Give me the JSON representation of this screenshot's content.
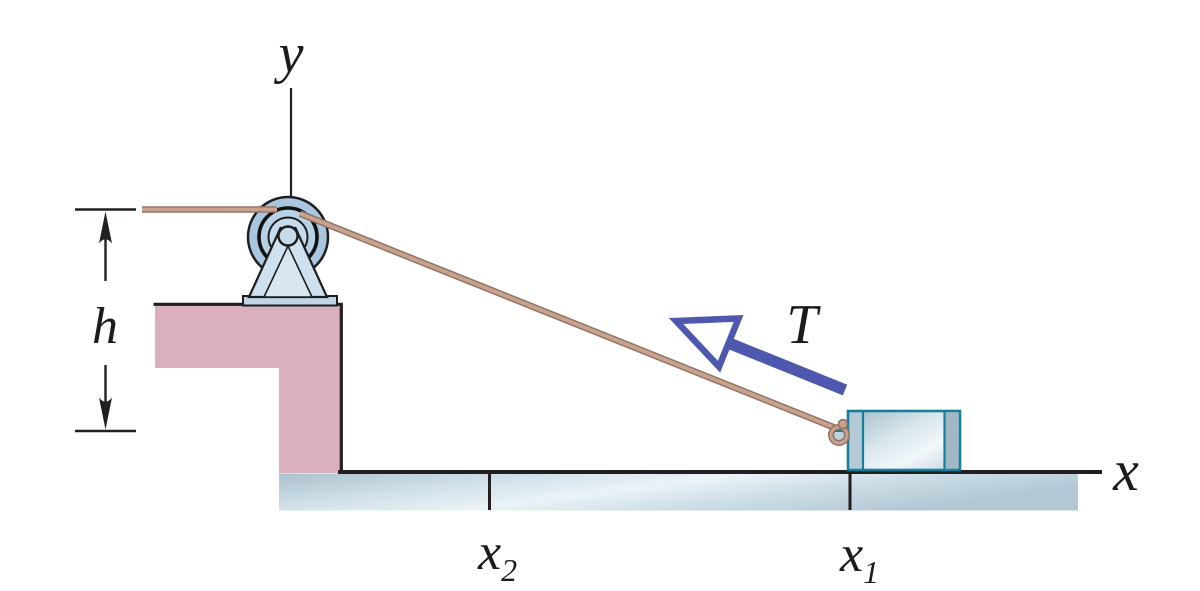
{
  "figure": {
    "title": "Block pulled along ground by rope over pulley on pedestal",
    "labels": {
      "y_axis": "y",
      "x_axis": "x",
      "height_dim": "h",
      "tension": "T",
      "x1_base": "x",
      "x1_sub": "1",
      "x2_base": "x",
      "x2_sub": "2"
    },
    "colors": {
      "pedestal_pink": "#d9b0bc",
      "pulley_outer_blue": "#a8c6df",
      "pulley_ring_blue": "#b7d1e5",
      "pulley_inner_blue": "#c6dbeb",
      "bracket_blue": "#cfe0ee",
      "bracket_inner_blue": "#d8e6f2",
      "base_plate_blue": "#bed5e6",
      "rope_tan": "#c9a28e",
      "rope_edge": "#8f7263",
      "arrow_violet": "#4d58ae",
      "block_outline_teal": "#177e99",
      "slab_light_blue": "#cfdfe8",
      "outline_dark": "#231f20"
    }
  }
}
